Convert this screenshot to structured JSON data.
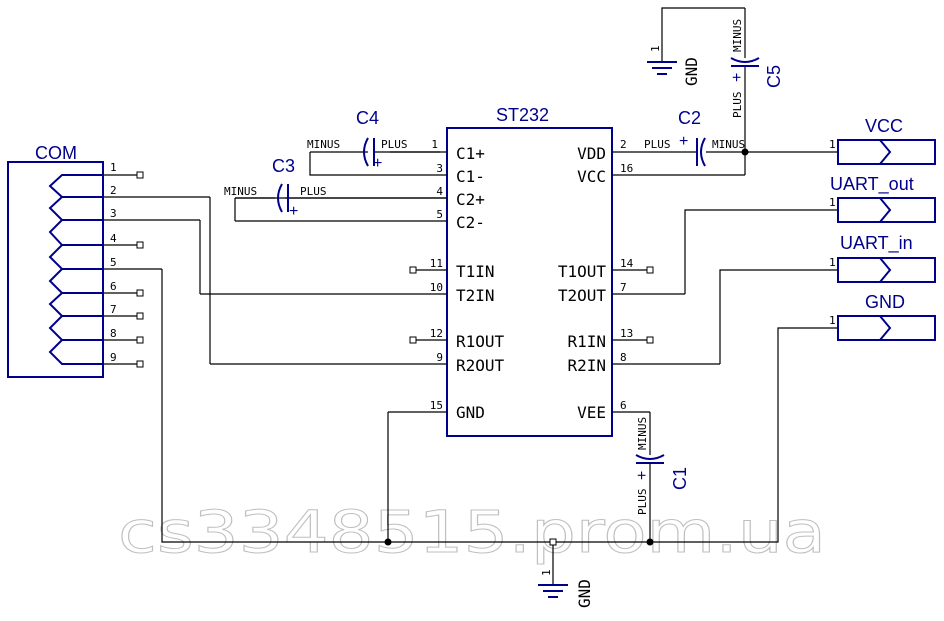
{
  "chip": {
    "ref": "ST232",
    "left_pins": [
      {
        "num": "1",
        "name": "C1+"
      },
      {
        "num": "3",
        "name": "C1-"
      },
      {
        "num": "4",
        "name": "C2+"
      },
      {
        "num": "5",
        "name": "C2-"
      },
      {
        "num": "11",
        "name": "T1IN"
      },
      {
        "num": "10",
        "name": "T2IN"
      },
      {
        "num": "12",
        "name": "R1OUT"
      },
      {
        "num": "9",
        "name": "R2OUT"
      },
      {
        "num": "15",
        "name": "GND"
      }
    ],
    "right_pins": [
      {
        "num": "2",
        "name": "VDD"
      },
      {
        "num": "16",
        "name": "VCC"
      },
      {
        "num": "14",
        "name": "T1OUT"
      },
      {
        "num": "7",
        "name": "T2OUT"
      },
      {
        "num": "13",
        "name": "R1IN"
      },
      {
        "num": "8",
        "name": "R2IN"
      },
      {
        "num": "6",
        "name": "VEE"
      }
    ]
  },
  "connector": {
    "ref": "COM",
    "pins": [
      "1",
      "2",
      "3",
      "4",
      "5",
      "6",
      "7",
      "8",
      "9"
    ]
  },
  "capacitors": [
    {
      "ref": "C4",
      "minus": "MINUS",
      "plus": "PLUS",
      "sign": "+"
    },
    {
      "ref": "C3",
      "minus": "MINUS",
      "plus": "PLUS",
      "sign": "+"
    },
    {
      "ref": "C2",
      "minus": "MINUS",
      "plus": "PLUS",
      "sign": "+"
    },
    {
      "ref": "C5",
      "minus": "MINUS",
      "plus": "PLUS",
      "sign": "+"
    },
    {
      "ref": "C1",
      "minus": "MINUS",
      "plus": "PLUS",
      "sign": "+"
    }
  ],
  "ports": [
    {
      "name": "VCC",
      "pin": "1"
    },
    {
      "name": "UART_out",
      "pin": "1"
    },
    {
      "name": "UART_in",
      "pin": "1"
    },
    {
      "name": "GND",
      "pin": "1"
    }
  ],
  "grounds": [
    {
      "label": "GND",
      "pin": "1"
    },
    {
      "label": "GND",
      "pin": "1"
    }
  ],
  "watermark": "cs3348515.prom.ua",
  "colors": {
    "component": "#00008b",
    "wire": "#000000",
    "background": "#ffffff"
  }
}
